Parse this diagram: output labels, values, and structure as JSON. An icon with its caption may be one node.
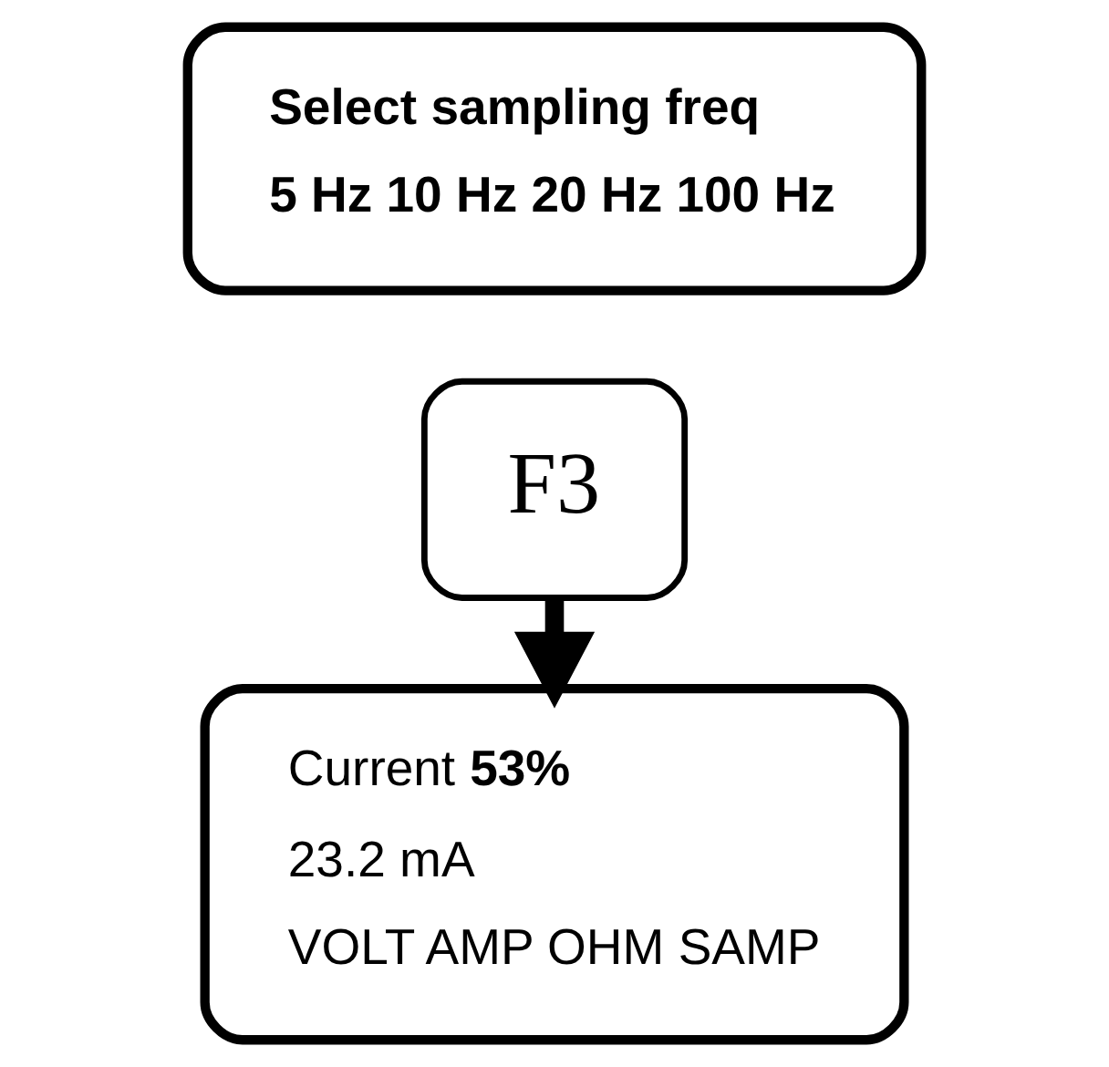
{
  "diagram": {
    "nodes": [
      {
        "text": [
          "Select sampling freq",
          "5 Hz 10 Hz 20 Hz 100 Hz"
        ]
      },
      {
        "text": [
          "F3"
        ]
      },
      {
        "text": [
          "Current **53%**",
          "23.2 mA",
          "VOLT AMP OHM SAMP"
        ]
      }
    ],
    "edges": [
      {
        "from": 1,
        "to": 2,
        "arrow": "to"
      }
    ]
  }
}
